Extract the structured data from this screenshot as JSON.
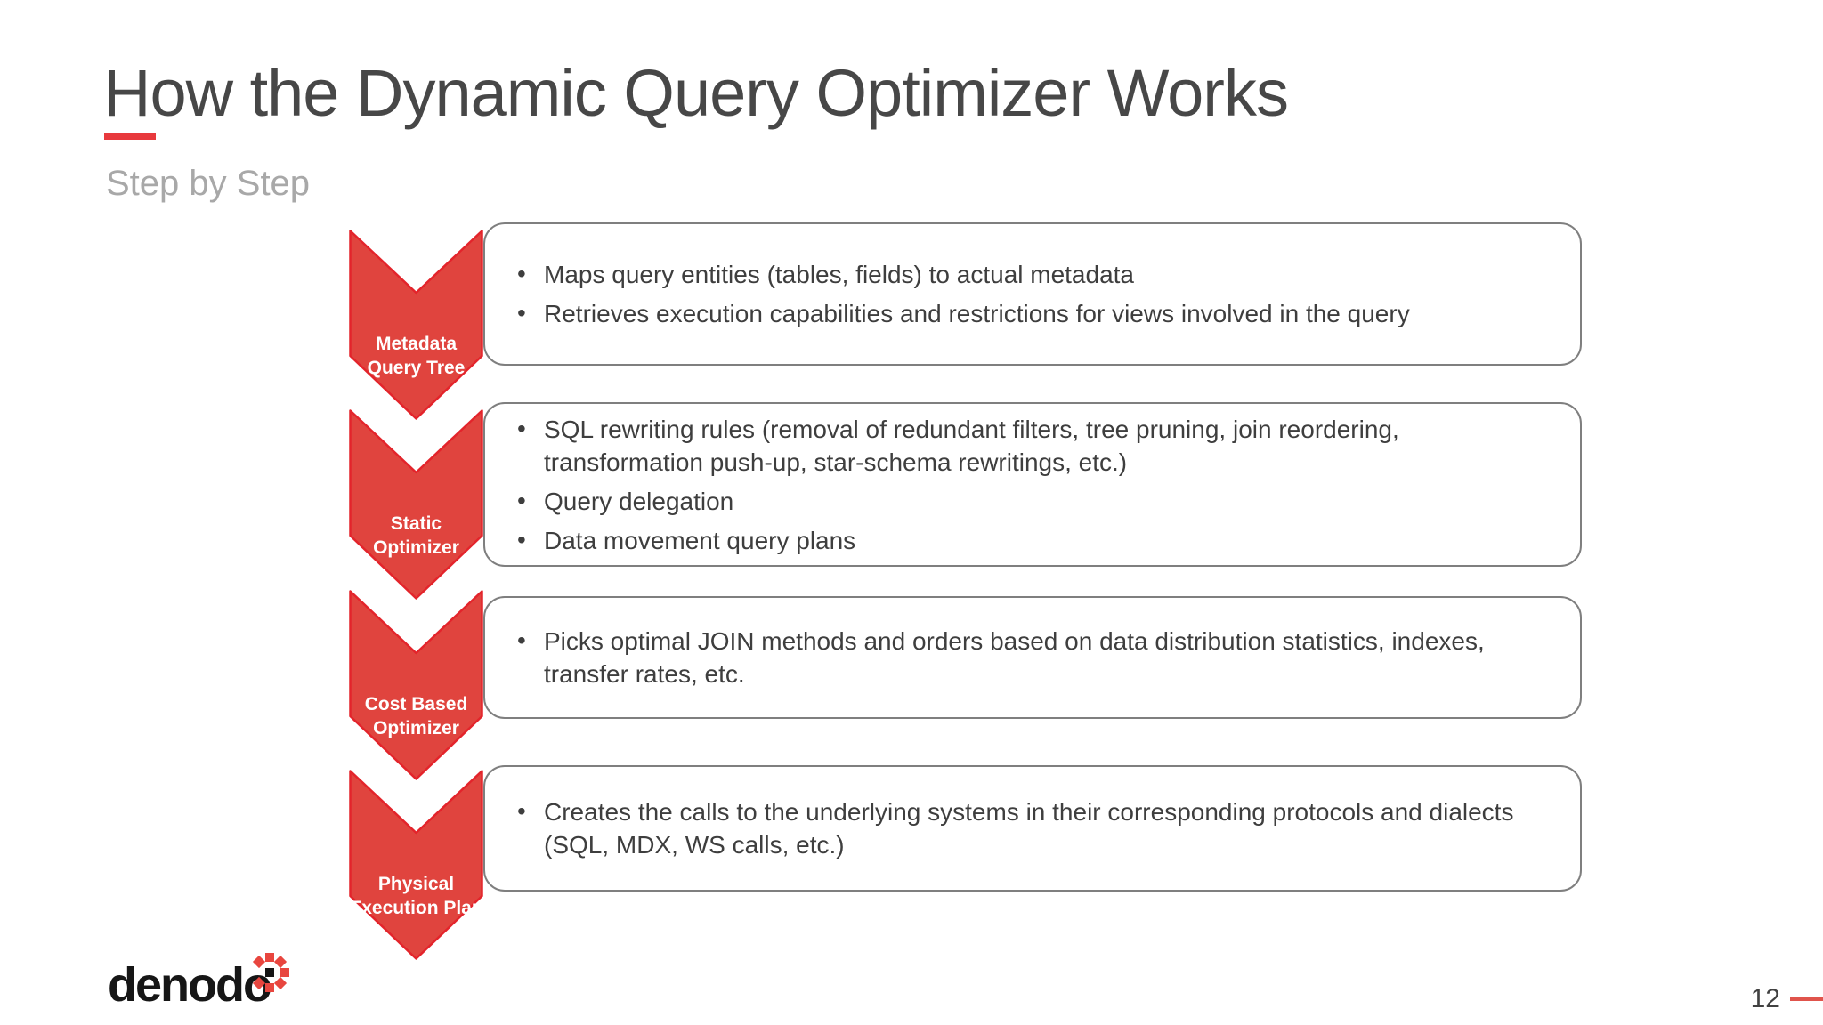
{
  "slide": {
    "title": "How the Dynamic Query Optimizer Works",
    "subtitle": "Step by Step",
    "page_number": "12"
  },
  "logo": {
    "wordmark": "denodo"
  },
  "colors": {
    "accent_red": "#e8393d",
    "chevron_fill": "#e0443e",
    "chevron_stroke": "#e3242b",
    "box_border": "#7f7f7f",
    "title_gray": "#474747",
    "subtitle_gray": "#a8a8a8",
    "body_text": "#3e3e3e",
    "logo_red": "#e8463f",
    "logo_black": "#151515"
  },
  "steps": [
    {
      "label_lines": [
        "Metadata",
        "Query Tree"
      ],
      "bullets": [
        "Maps query entities (tables, fields) to actual metadata",
        "Retrieves execution capabilities and restrictions for views involved in the query"
      ]
    },
    {
      "label_lines": [
        "Static",
        "Optimizer"
      ],
      "bullets": [
        "SQL rewriting rules (removal of redundant filters, tree pruning, join reordering, transformation push-up, star-schema rewritings, etc.)",
        "Query delegation",
        "Data movement query plans"
      ]
    },
    {
      "label_lines": [
        "Cost Based",
        "Optimizer"
      ],
      "bullets": [
        "Picks optimal JOIN methods and orders based on data distribution statistics, indexes, transfer rates, etc."
      ]
    },
    {
      "label_lines": [
        "Physical",
        "Execution Plan"
      ],
      "bullets": [
        "Creates the calls to the underlying systems in their corresponding protocols and dialects (SQL, MDX, WS calls, etc.)"
      ]
    }
  ]
}
